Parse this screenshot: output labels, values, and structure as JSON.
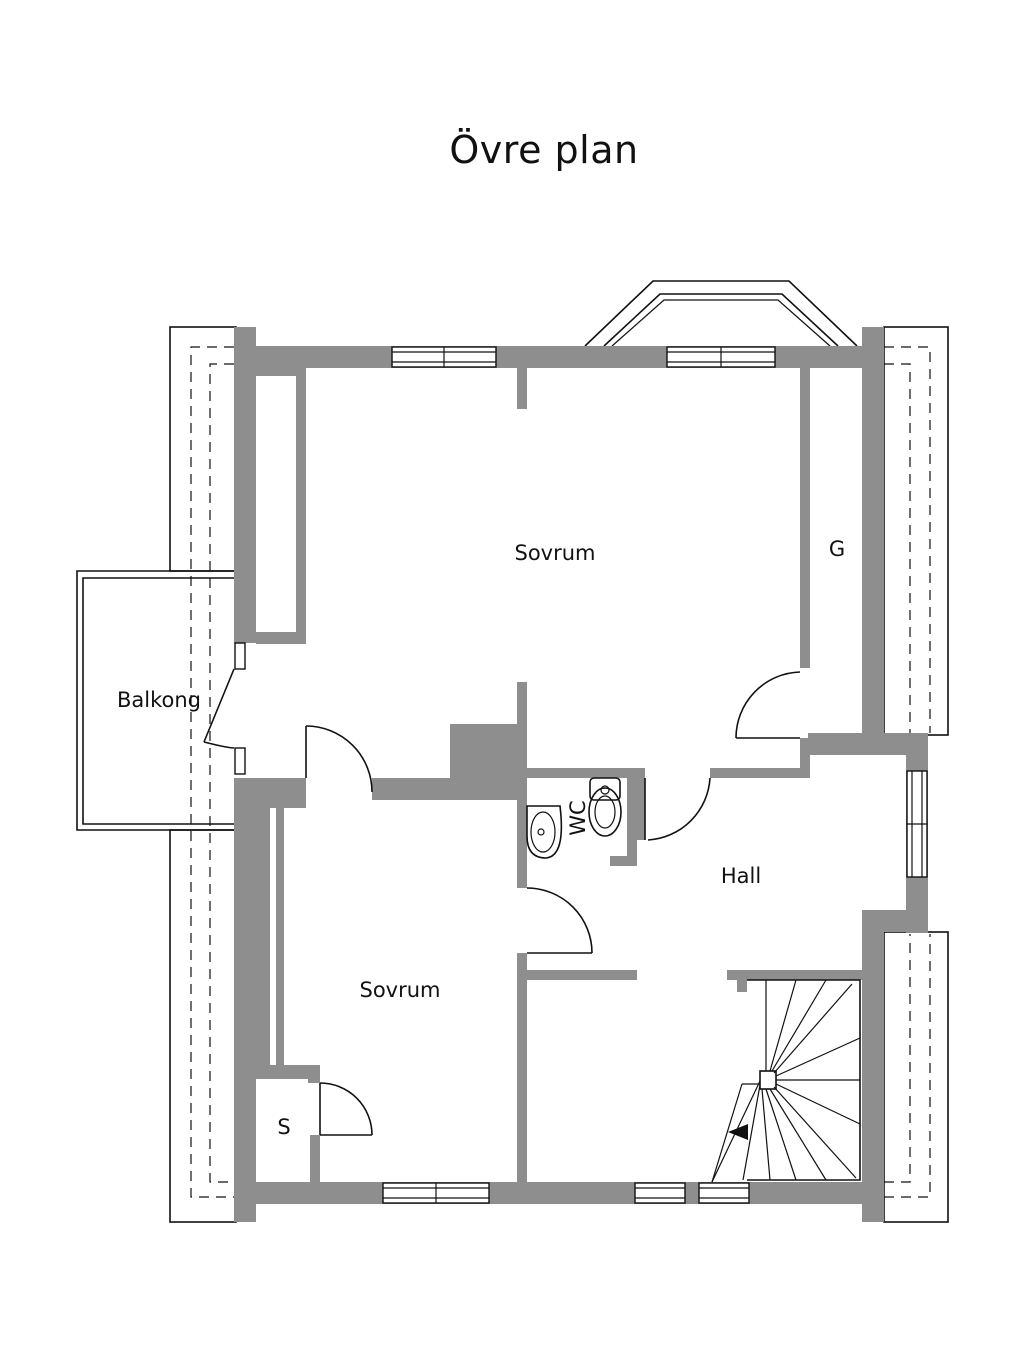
{
  "title": "Övre plan",
  "rooms": {
    "bedroom_main": "Sovrum",
    "bedroom_small": "Sovrum",
    "wardrobe": "G",
    "balcony": "Balkong",
    "wc": "WC",
    "hall": "Hall",
    "storage": "S"
  },
  "colors": {
    "wall": "#8e8e8e",
    "line": "#111111",
    "background": "#ffffff"
  }
}
